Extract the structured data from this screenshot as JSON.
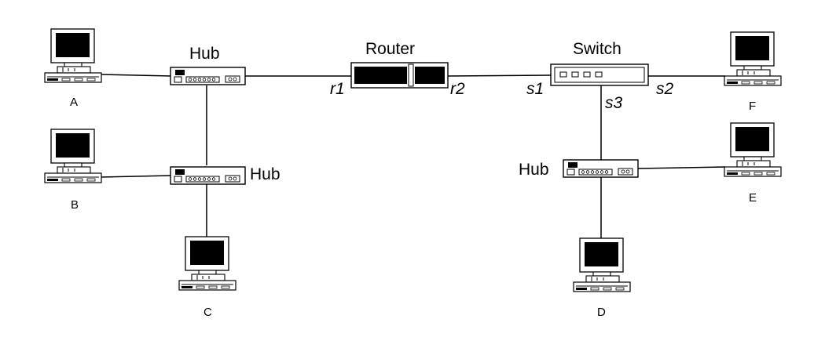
{
  "devices": {
    "hub_top": "Hub",
    "hub_mid": "Hub",
    "router": "Router",
    "switch": "Switch",
    "hub_right": "Hub"
  },
  "computers": {
    "a": "A",
    "b": "B",
    "c": "C",
    "d": "D",
    "e": "E",
    "f": "F"
  },
  "ports": {
    "r1": "r1",
    "r2": "r2",
    "s1": "s1",
    "s2": "s2",
    "s3": "s3"
  },
  "colors": {
    "line": "#000000",
    "screen": "#000000",
    "device_fill": "#ffffff"
  }
}
